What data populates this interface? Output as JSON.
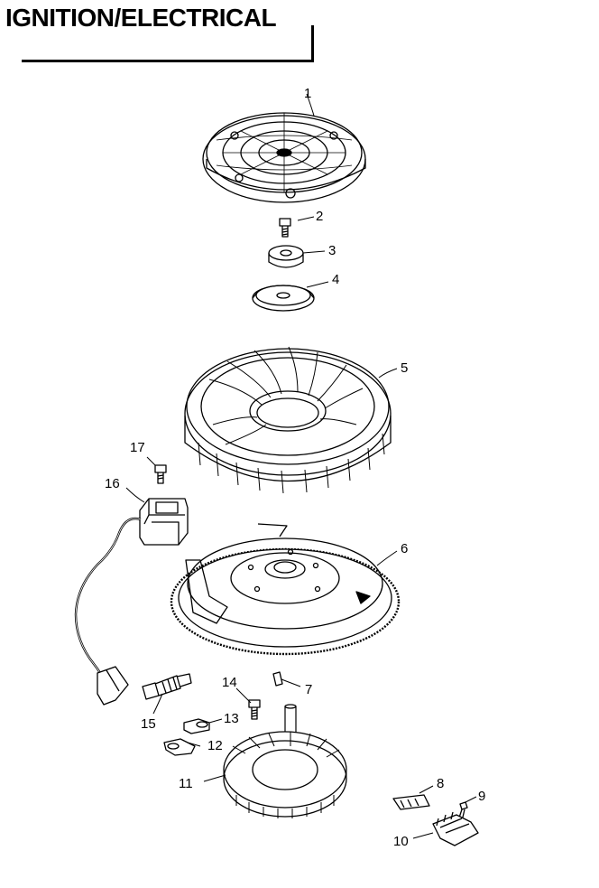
{
  "title": "IGNITION/ELECTRICAL",
  "callouts": [
    {
      "id": "1",
      "label": "1"
    },
    {
      "id": "2",
      "label": "2"
    },
    {
      "id": "3",
      "label": "3"
    },
    {
      "id": "4",
      "label": "4"
    },
    {
      "id": "5",
      "label": "5"
    },
    {
      "id": "6",
      "label": "6"
    },
    {
      "id": "7",
      "label": "7"
    },
    {
      "id": "8",
      "label": "8"
    },
    {
      "id": "9",
      "label": "9"
    },
    {
      "id": "10",
      "label": "10"
    },
    {
      "id": "11",
      "label": "11"
    },
    {
      "id": "12",
      "label": "12"
    },
    {
      "id": "13",
      "label": "13"
    },
    {
      "id": "14",
      "label": "14"
    },
    {
      "id": "15",
      "label": "15"
    },
    {
      "id": "16",
      "label": "16"
    },
    {
      "id": "17",
      "label": "17"
    }
  ]
}
